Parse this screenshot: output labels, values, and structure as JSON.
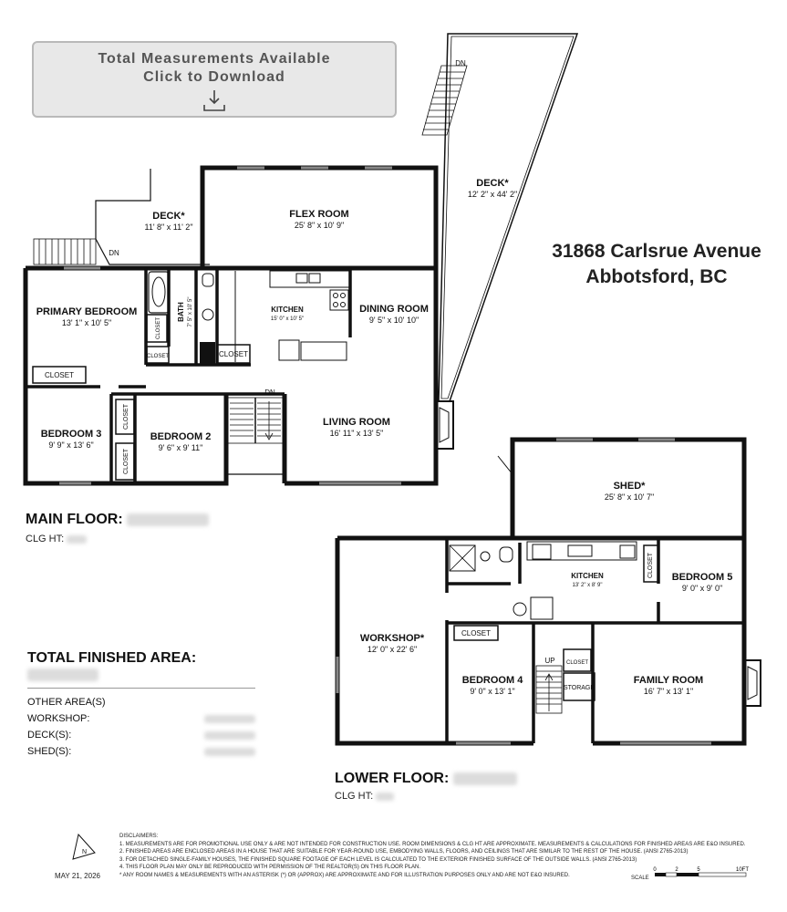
{
  "download_box": {
    "line1": "Total Measurements Available",
    "line2": "Click to Download",
    "icon": "download-icon"
  },
  "address": {
    "line1": "31868 Carlsrue Avenue",
    "line2": "Abbotsford, BC"
  },
  "main_floor": {
    "label": "MAIN FLOOR:",
    "clg_label": "CLG HT:",
    "rooms": {
      "deck_left": {
        "name": "DECK*",
        "dim": "11' 8\" x 11' 2\""
      },
      "flex": {
        "name": "FLEX ROOM",
        "dim": "25' 8\" x 10' 9\""
      },
      "deck_right": {
        "name": "DECK*",
        "dim": "12' 2\" x 44' 2\""
      },
      "primary": {
        "name": "PRIMARY BEDROOM",
        "dim": "13' 1\" x 10' 5\""
      },
      "bath": {
        "name": "BATH",
        "dim": "7' 5\" x 10' 5\""
      },
      "kitchen": {
        "name": "KITCHEN",
        "dim": "15' 0\" x 10' 5\""
      },
      "dining": {
        "name": "DINING ROOM",
        "dim": "9' 5\" x 10' 10\""
      },
      "bedroom3": {
        "name": "BEDROOM 3",
        "dim": "9' 9\" x 13' 6\""
      },
      "bedroom2": {
        "name": "BEDROOM 2",
        "dim": "9' 6\" x 9' 11\""
      },
      "living": {
        "name": "LIVING ROOM",
        "dim": "16' 11\" x 13' 5\""
      }
    },
    "closet": "CLOSET",
    "dn": "DN"
  },
  "lower_floor": {
    "label": "LOWER FLOOR:",
    "clg_label": "CLG HT:",
    "rooms": {
      "shed": {
        "name": "SHED*",
        "dim": "25' 8\" x 10' 7\""
      },
      "kitchen": {
        "name": "KITCHEN",
        "dim": "13' 2\" x 8' 9\""
      },
      "bedroom5": {
        "name": "BEDROOM 5",
        "dim": "9' 0\" x 9' 0\""
      },
      "workshop": {
        "name": "WORKSHOP*",
        "dim": "12' 0\" x 22' 6\""
      },
      "bedroom4": {
        "name": "BEDROOM 4",
        "dim": "9' 0\" x 13' 1\""
      },
      "family": {
        "name": "FAMILY ROOM",
        "dim": "16' 7\" x 13' 1\""
      }
    },
    "closet": "CLOSET",
    "storage": "STORAGE",
    "up": "UP"
  },
  "area_summary": {
    "title": "TOTAL FINISHED AREA:",
    "rows": [
      "OTHER AREA(S)",
      "WORKSHOP:",
      "DECK(S):",
      "SHED(S):"
    ]
  },
  "disclaimer": {
    "title": "DISCLAIMERS:",
    "lines": [
      "1. MEASUREMENTS ARE FOR PROMOTIONAL USE ONLY & ARE NOT INTENDED FOR CONSTRUCTION USE. ROOM DIMENSIONS & CLG HT ARE APPROXIMATE. MEASUREMENTS & CALCULATIONS FOR FINISHED AREAS ARE E&O INSURED.",
      "2. FINISHED AREAS ARE ENCLOSED AREAS IN A HOUSE THAT ARE SUITABLE FOR YEAR-ROUND USE, EMBODYING WALLS, FLOORS, AND CEILINGS THAT ARE SIMILAR TO THE REST OF THE HOUSE. (ANSI Z765-2013)",
      "3. FOR DETACHED SINGLE-FAMILY HOUSES, THE FINISHED SQUARE FOOTAGE OF EACH LEVEL IS CALCULATED TO THE EXTERIOR FINISHED SURFACE OF THE OUTSIDE WALLS. (ANSI Z765-2013)",
      "4. THIS FLOOR PLAN MAY ONLY BE REPRODUCED WITH PERMISSION OF THE REALTOR(S) ON THIS FLOOR PLAN.",
      "* ANY ROOM NAMES & MEASUREMENTS WITH AN ASTERISK (*) OR (APPROX) ARE APPROXIMATE AND FOR ILLUSTRATION PURPOSES ONLY AND ARE NOT E&O INSURED."
    ]
  },
  "date": "MAY 21, 2026",
  "scale": {
    "label": "SCALE",
    "ticks": [
      "0",
      "2",
      "5",
      "10FT"
    ]
  },
  "north_arrow": {
    "label": "N",
    "icon": "north-arrow-icon"
  }
}
